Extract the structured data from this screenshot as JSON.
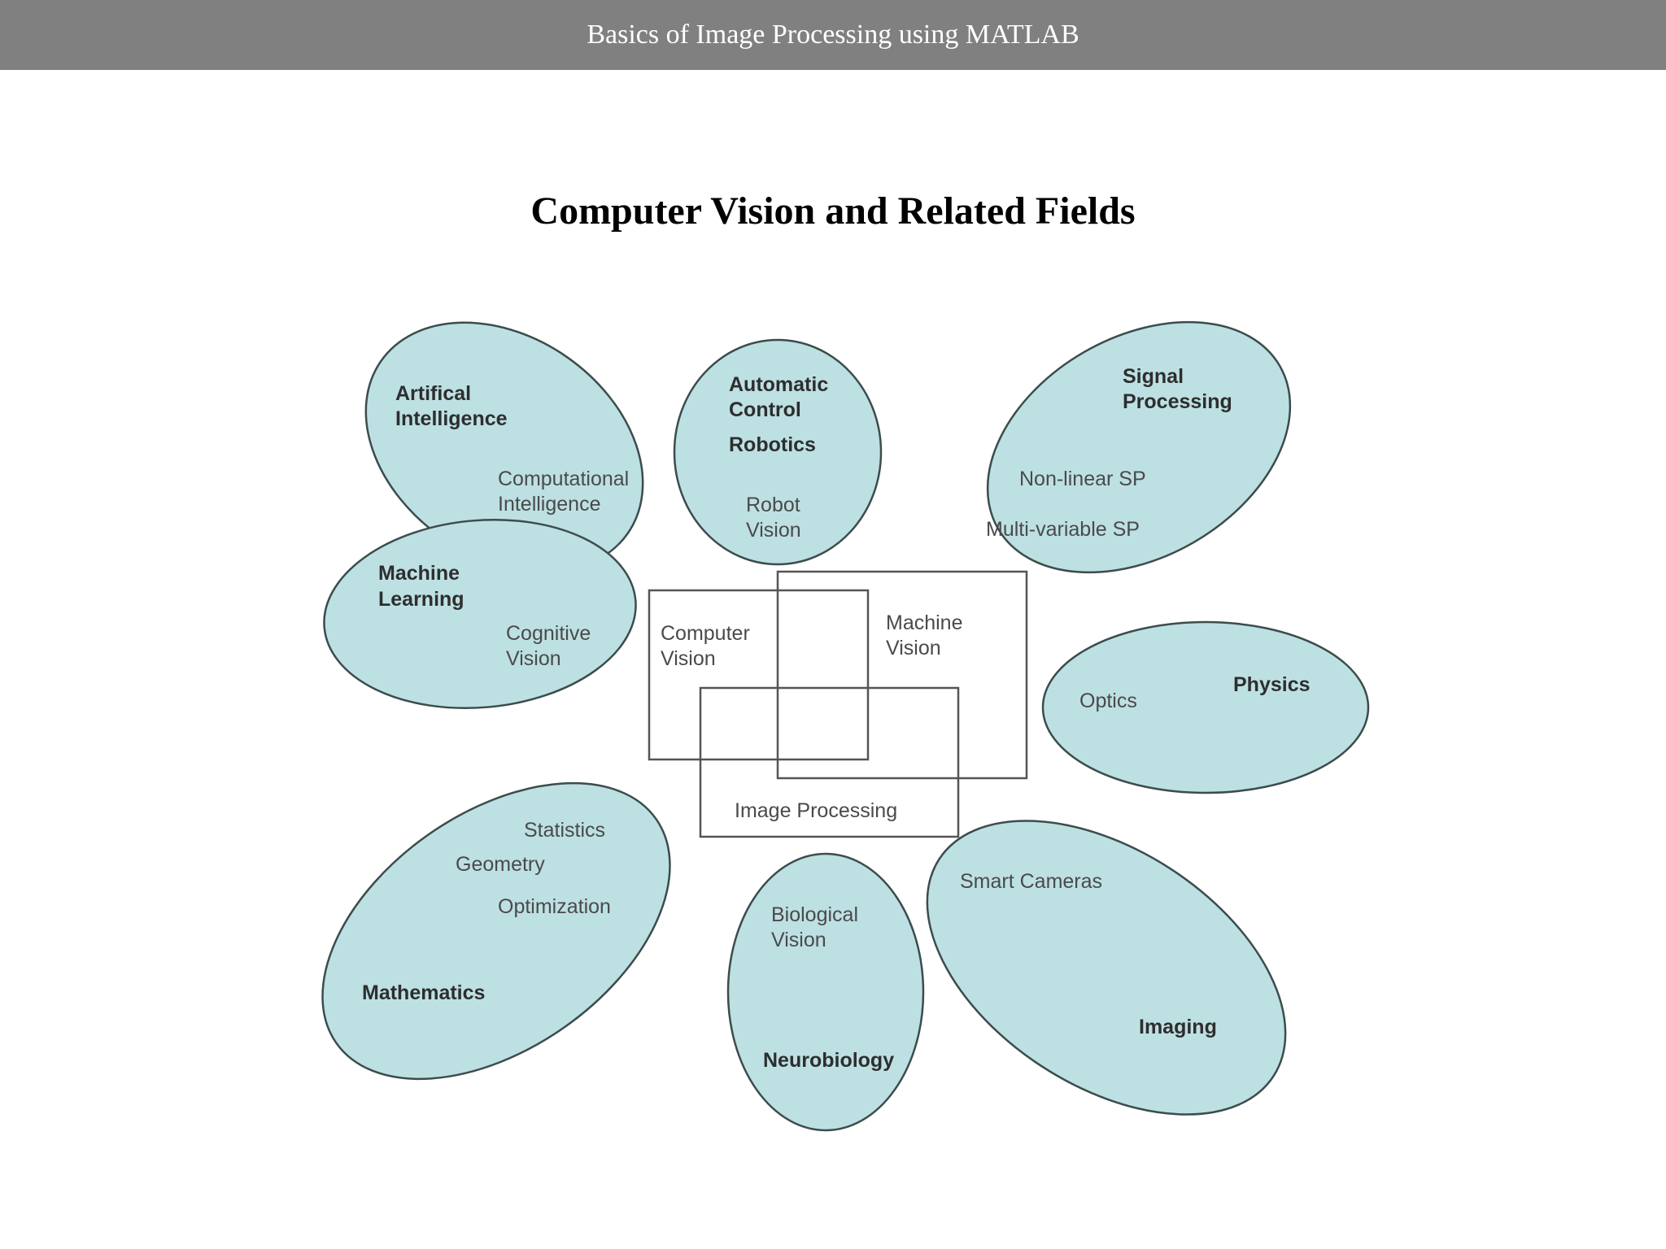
{
  "header": {
    "title": "Basics of Image Processing using MATLAB"
  },
  "slide": {
    "title": "Computer Vision and Related Fields"
  },
  "diagram": {
    "fill_color": "#bde0e3",
    "fields": {
      "ai": {
        "line1": "Artifical",
        "line2": "Intelligence",
        "sub1": "Computational",
        "sub2": "Intelligence"
      },
      "control": {
        "line1": "Automatic",
        "line2": "Control",
        "line3": "Robotics",
        "sub1": "Robot",
        "sub2": "Vision"
      },
      "signal": {
        "line1": "Signal",
        "line2": "Processing",
        "sub1": "Non-linear SP",
        "sub2": "Multi-variable SP"
      },
      "ml": {
        "line1": "Machine",
        "line2": "Learning",
        "sub1": "Cognitive",
        "sub2": "Vision"
      },
      "physics": {
        "name": "Physics",
        "sub1": "Optics"
      },
      "math": {
        "name": "Mathematics",
        "sub1": "Statistics",
        "sub2": "Geometry",
        "sub3": "Optimization"
      },
      "neuro": {
        "name": "Neurobiology",
        "sub1": "Biological",
        "sub2": "Vision"
      },
      "imaging": {
        "name": "Imaging",
        "sub1": "Smart Cameras"
      }
    },
    "core": {
      "cv": {
        "line1": "Computer",
        "line2": "Vision"
      },
      "mv": {
        "line1": "Machine",
        "line2": "Vision"
      },
      "ip": {
        "label": "Image Processing"
      }
    }
  }
}
